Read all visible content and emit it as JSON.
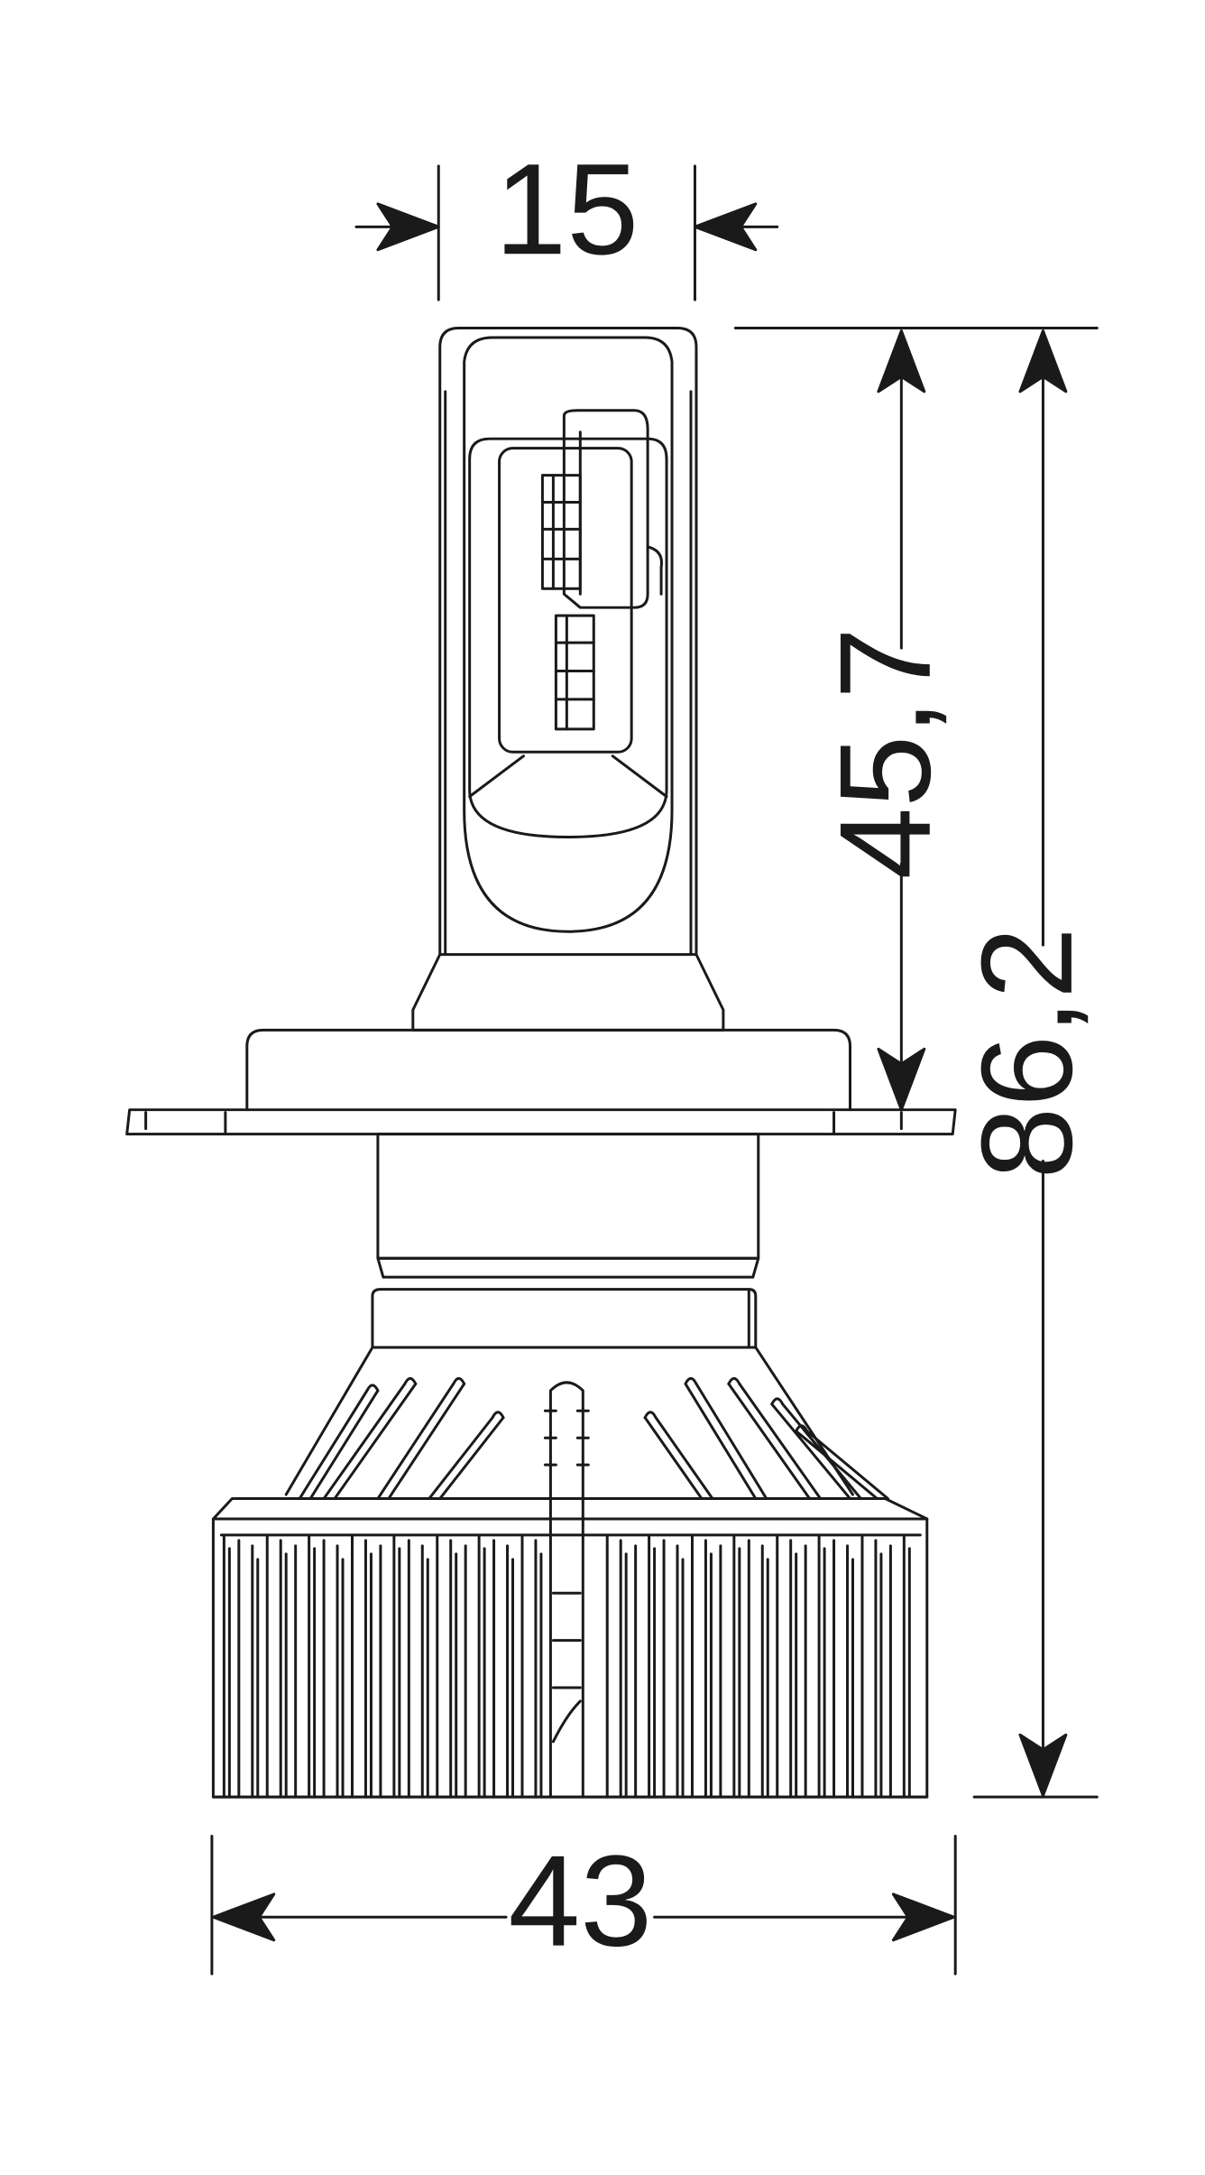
{
  "colors": {
    "line": "#1a1a1a",
    "background": "#ffffff"
  },
  "dimensions": {
    "top_width": "15",
    "upper_height": "45,7",
    "total_height": "86,2",
    "bottom_width": "43"
  }
}
